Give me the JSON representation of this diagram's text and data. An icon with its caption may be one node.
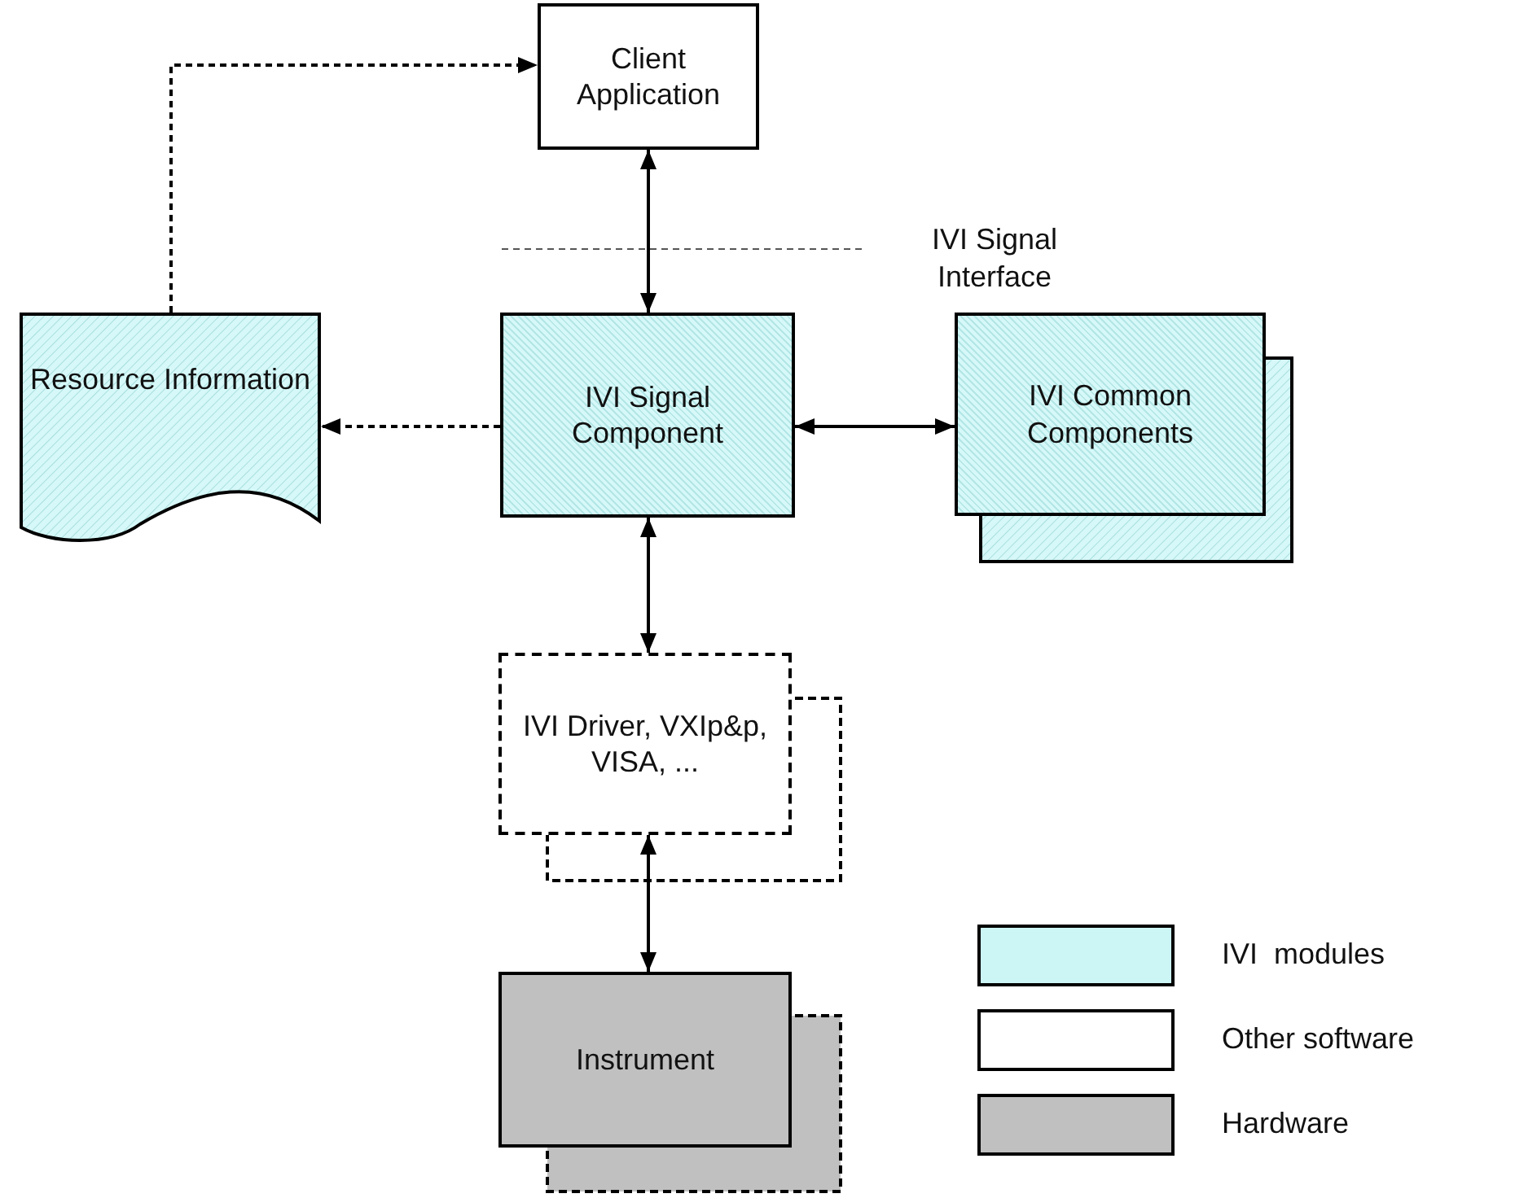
{
  "diagram": {
    "nodes": [
      {
        "text": [
          "Client Application"
        ]
      },
      {
        "text": [
          "Resource Information"
        ]
      },
      {
        "text": [
          "IVI Signal Component"
        ]
      },
      {
        "text": [
          "IVI Common Components"
        ]
      },
      {
        "text": [
          "IVI Driver, VXIp&p, VISA, ..."
        ]
      },
      {
        "text": [
          "Instrument"
        ]
      }
    ],
    "edges": [
      {
        "from": 1,
        "to": 0,
        "arrow": "to",
        "style": "dashed"
      },
      {
        "from": 0,
        "to": 2,
        "arrow": "both"
      },
      {
        "from": 2,
        "to": 1,
        "arrow": "to",
        "style": "dashed"
      },
      {
        "from": 2,
        "to": 3,
        "arrow": "both"
      },
      {
        "from": 2,
        "to": 4,
        "arrow": "both"
      },
      {
        "from": 4,
        "to": 5,
        "arrow": "both"
      }
    ],
    "labels": [
      "IVI Signal Interface"
    ],
    "legend": [
      {
        "text": "IVI  modules",
        "color": "#ccf6f6"
      },
      {
        "text": "Other software",
        "color": "#ffffff"
      },
      {
        "text": "Hardware",
        "color": "#c0c0c0"
      }
    ]
  }
}
